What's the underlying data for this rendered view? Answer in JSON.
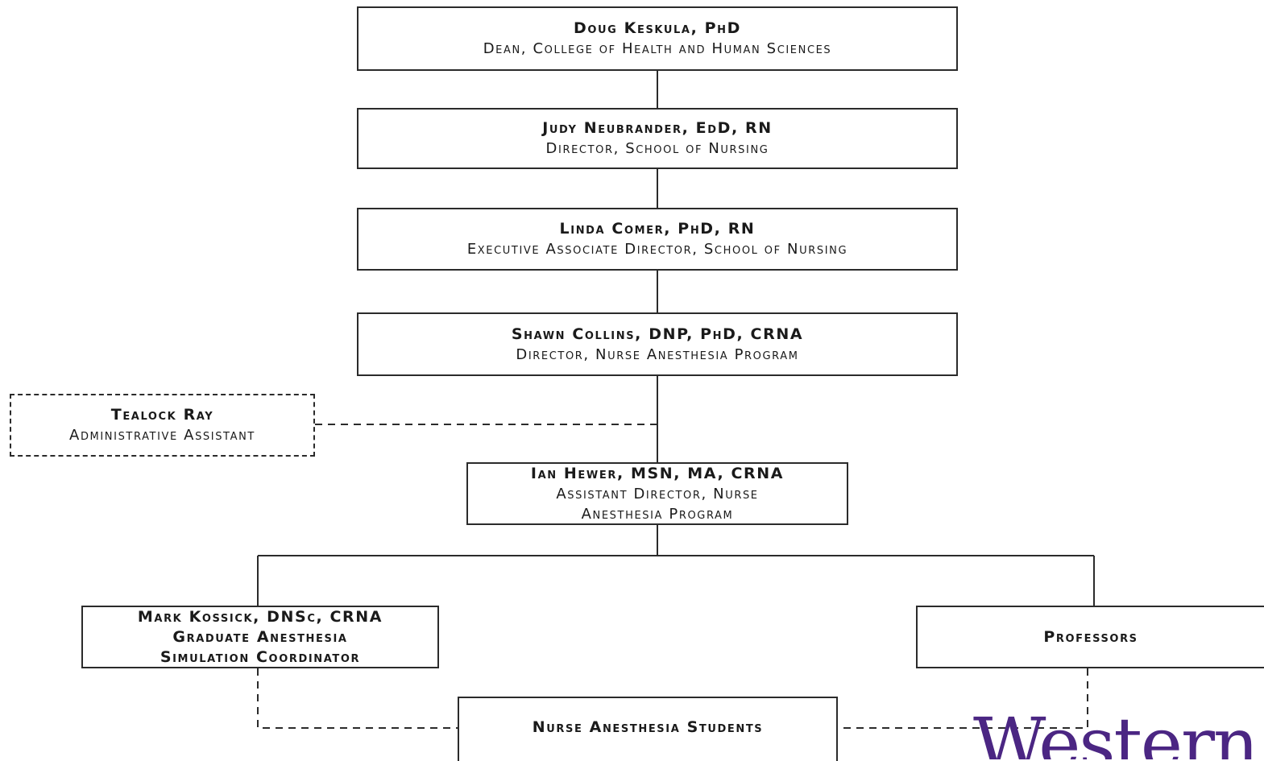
{
  "org": {
    "dean": {
      "name": "Doug Keskula, PhD",
      "title": "Dean, College of Health and Human Sciences"
    },
    "director_son": {
      "name": "Judy Neubrander, EdD, RN",
      "title": "Director, School of Nursing"
    },
    "exec_assoc": {
      "name": "Linda Comer, PhD, RN",
      "title": "Executive Associate Director, School of Nursing"
    },
    "program_director": {
      "name": "Shawn Collins, DNP, PhD, CRNA",
      "title": "Director, Nurse Anesthesia Program"
    },
    "admin_assistant": {
      "name": "Tealock Ray",
      "title": "Administrative Assistant"
    },
    "assistant_director": {
      "name": "Ian Hewer, MSN, MA, CRNA",
      "title_line1": "Assistant Director, Nurse",
      "title_line2": "Anesthesia Program"
    },
    "sim_coordinator": {
      "name": "Mark Kossick, DNSc, CRNA",
      "title_line1": "Graduate Anesthesia",
      "title_line2": "Simulation Coordinator"
    },
    "professors": {
      "label": "Professors"
    },
    "students": {
      "label": "Nurse Anesthesia Students"
    }
  },
  "logo": {
    "text": "Western",
    "color": "#4b2683"
  },
  "colors": {
    "line": "#2b2b2b",
    "text": "#1a1a1a"
  }
}
